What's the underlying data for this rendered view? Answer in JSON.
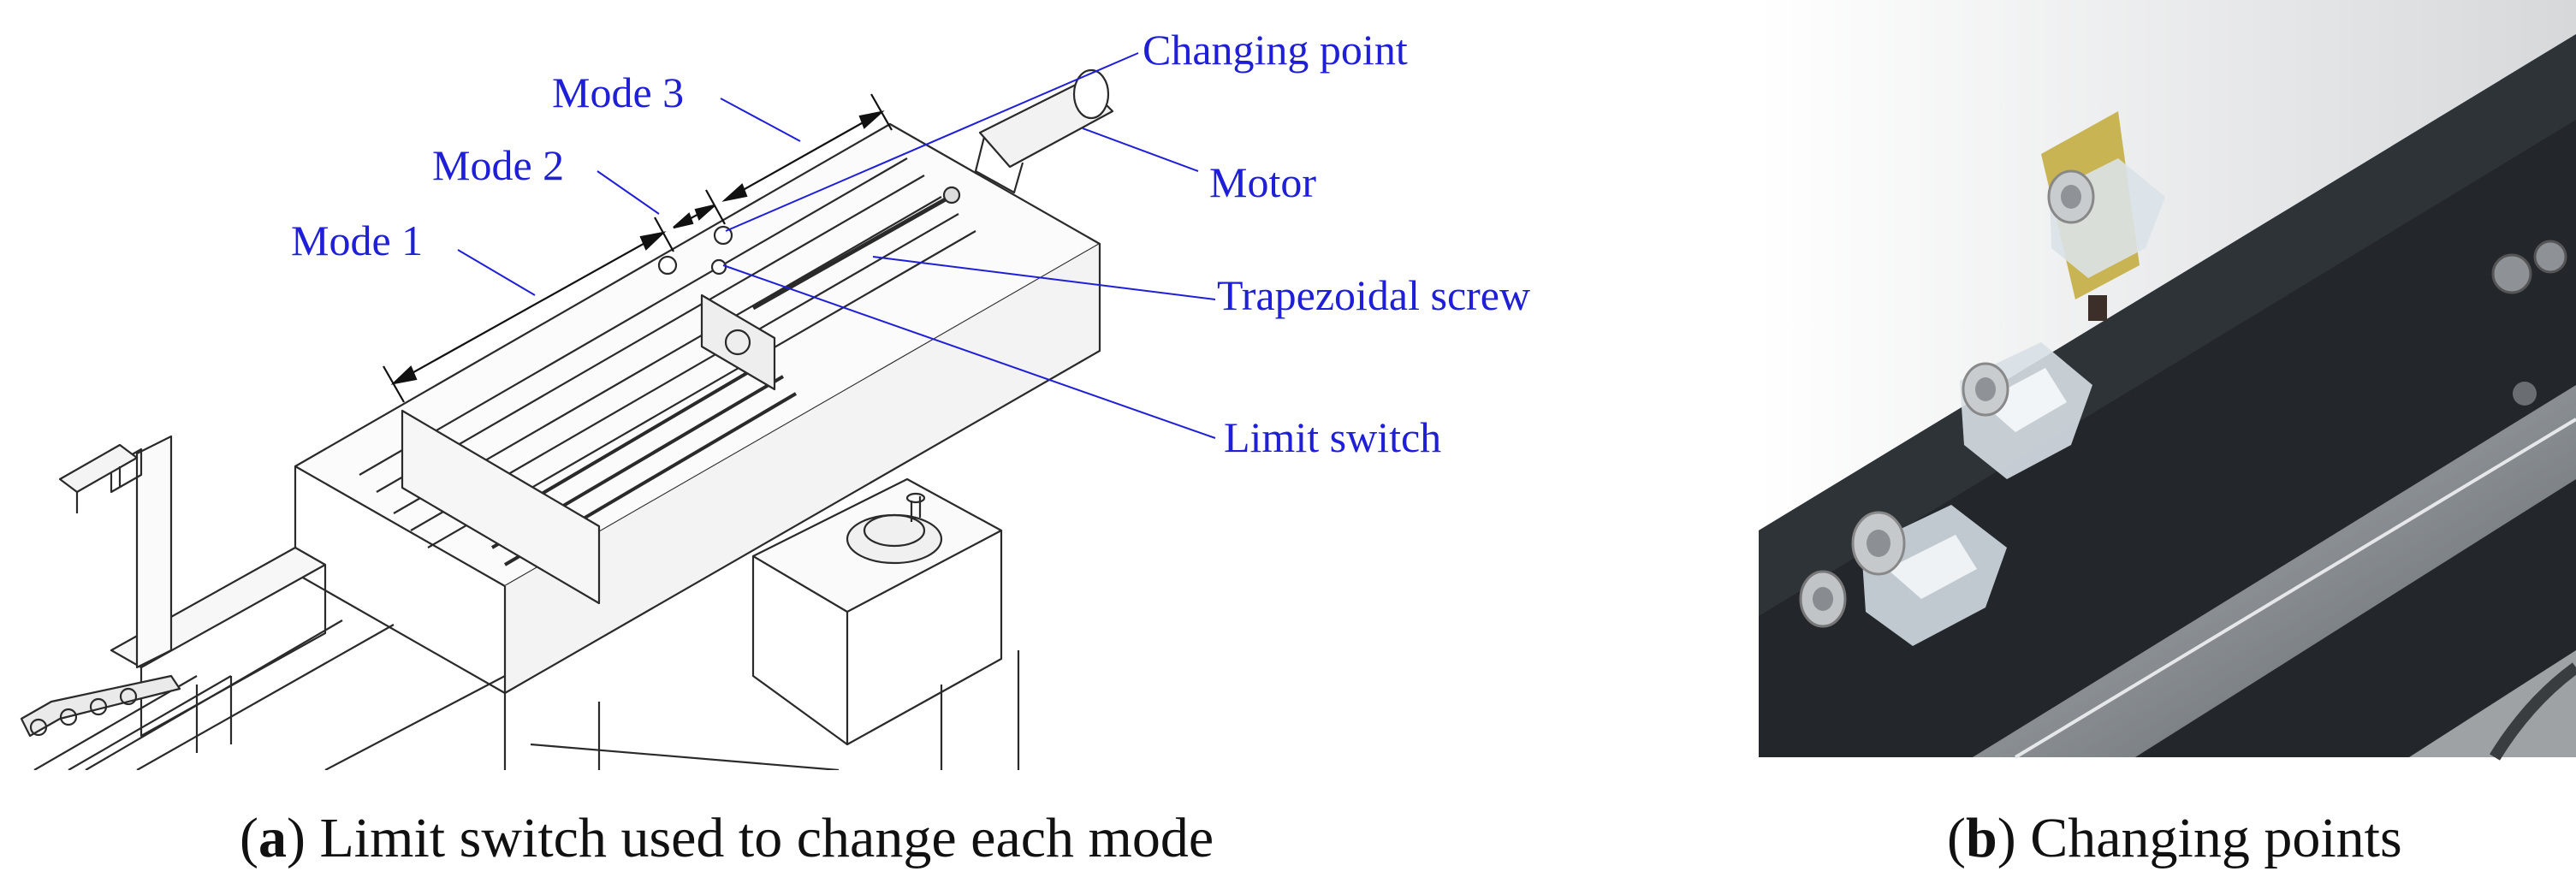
{
  "panel_a": {
    "labels": {
      "mode1": "Mode 1",
      "mode2": "Mode 2",
      "mode3": "Mode 3",
      "changing_point": "Changing point",
      "motor": "Motor",
      "trapezoidal_screw": "Trapezoidal screw",
      "limit_switch": "Limit switch"
    },
    "caption": {
      "letter": "a",
      "text": "Limit switch used to change each mode"
    }
  },
  "panel_b": {
    "caption": {
      "letter": "b",
      "text": "Changing points"
    }
  },
  "colors": {
    "annotation": "#1f1fd8",
    "drawing": "#2a2a2a",
    "photo_bg": "#23272c"
  }
}
